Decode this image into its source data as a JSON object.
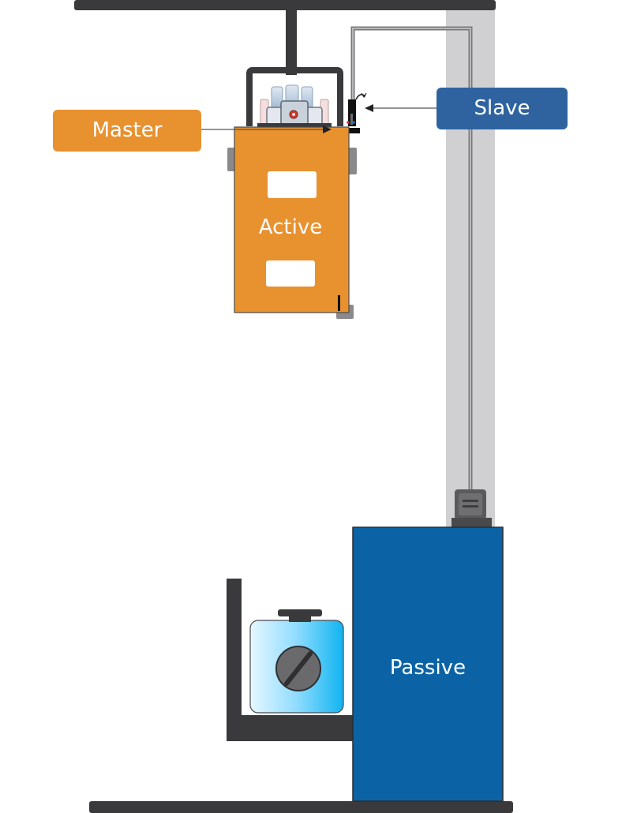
{
  "labels": {
    "master": "Master",
    "slave": "Slave",
    "active": "Active",
    "passive": "Passive"
  },
  "colors": {
    "master_callout": "#E8912F",
    "active_unit": "#E8912F",
    "slave_callout": "#2E63A0",
    "passive_unit": "#0B63A6",
    "frame": "#3A3A3C",
    "rail": "#D0D0D2",
    "cable": "#7A7A7C"
  }
}
